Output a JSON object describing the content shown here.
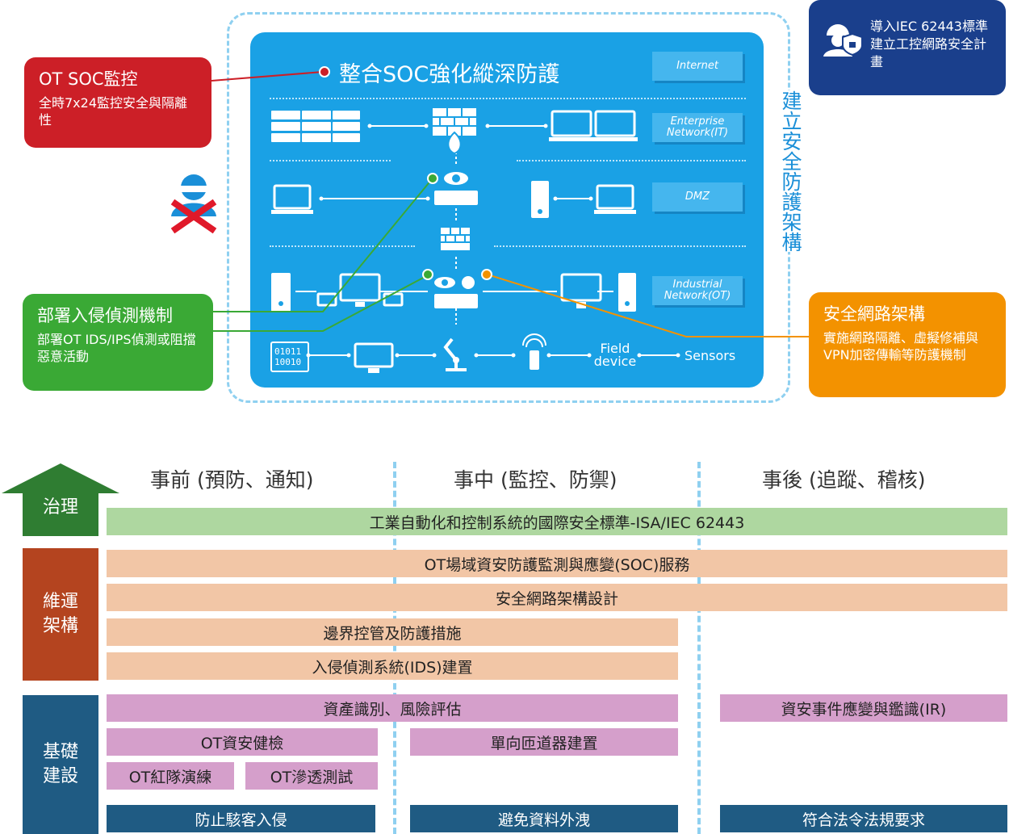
{
  "network": {
    "panel_title": "整合SOC強化縱深防護",
    "zones": [
      "Internet",
      "Enterprise Network(IT)",
      "DMZ",
      "Industrial Network(OT)"
    ],
    "field_device": "Field device",
    "sensors": "Sensors",
    "binary": [
      "01011",
      "10010"
    ],
    "side_label": "建立安全防護架構"
  },
  "callouts": {
    "ot_soc": {
      "title": "OT SOC監控",
      "text": "全時7x24監控安全與隔離性",
      "color": "#cc1f27"
    },
    "ids": {
      "title": "部署入侵偵測機制",
      "text": "部署OT IDS/IPS偵測或阻擋惡意活動",
      "color": "#3aa935"
    },
    "security_arch": {
      "title": "安全網路架構",
      "text": "實施網路隔離、虛擬修補與VPN加密傳輸等防護機制",
      "color": "#f39200"
    },
    "iec": {
      "text": "導入IEC 62443標準建立工控網路安全計畫",
      "color": "#1a3f8c"
    }
  },
  "phases": [
    "事前 (預防、通知)",
    "事中 (監控、防禦)",
    "事後 (追蹤、稽核)"
  ],
  "categories": {
    "governance": "治理",
    "operations": "維運架構",
    "infrastructure": "基礎建設"
  },
  "bars": {
    "isa": "工業自動化和控制系統的國際安全標準-ISA/IEC 62443",
    "soc": "OT場域資安防護監測與應變(SOC)服務",
    "arch": "安全網路架構設計",
    "boundary": "邊界控管及防護措施",
    "ids": "入侵偵測系統(IDS)建置",
    "asset": "資產識別、風險評估",
    "ir": "資安事件應變與鑑識(IR)",
    "checkup": "OT資安健檢",
    "gateway": "單向匝道器建置",
    "redteam": "OT紅隊演練",
    "pentest": "OT滲透測試",
    "outcome1": "防止駭客入侵",
    "outcome2": "避免資料外洩",
    "outcome3": "符合法令法規要求"
  }
}
